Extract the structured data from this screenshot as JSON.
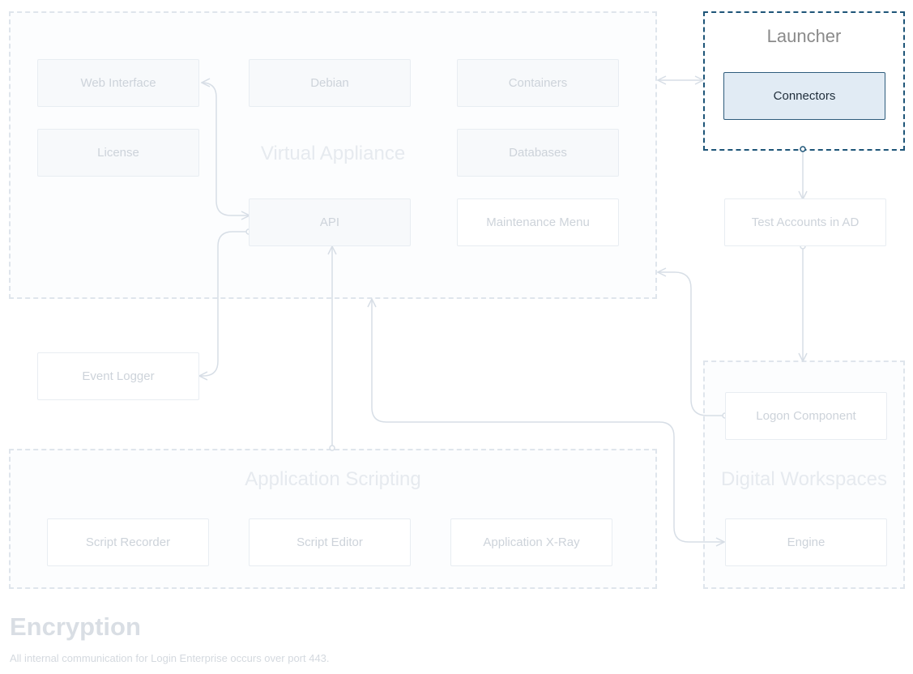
{
  "groups": {
    "virtual_appliance": "Virtual Appliance",
    "launcher": "Launcher",
    "application_scripting": "Application Scripting",
    "digital_workspaces": "Digital Workspaces"
  },
  "nodes": {
    "web_interface": "Web Interface",
    "debian": "Debian",
    "containers": "Containers",
    "license": "License",
    "databases": "Databases",
    "api": "API",
    "maintenance_menu": "Maintenance Menu",
    "connectors": "Connectors",
    "test_accounts": "Test Accounts in AD",
    "event_logger": "Event Logger",
    "logon_component": "Logon Component",
    "script_recorder": "Script Recorder",
    "script_editor": "Script Editor",
    "application_xray": "Application X-Ray",
    "engine": "Engine"
  },
  "footer": {
    "heading": "Encryption",
    "description": "All internal communication for Login Enterprise occurs over port 443."
  },
  "colors": {
    "connector_line": "#d7dee6",
    "active_border": "#1e5578",
    "active_fill": "#e1ebf4"
  }
}
